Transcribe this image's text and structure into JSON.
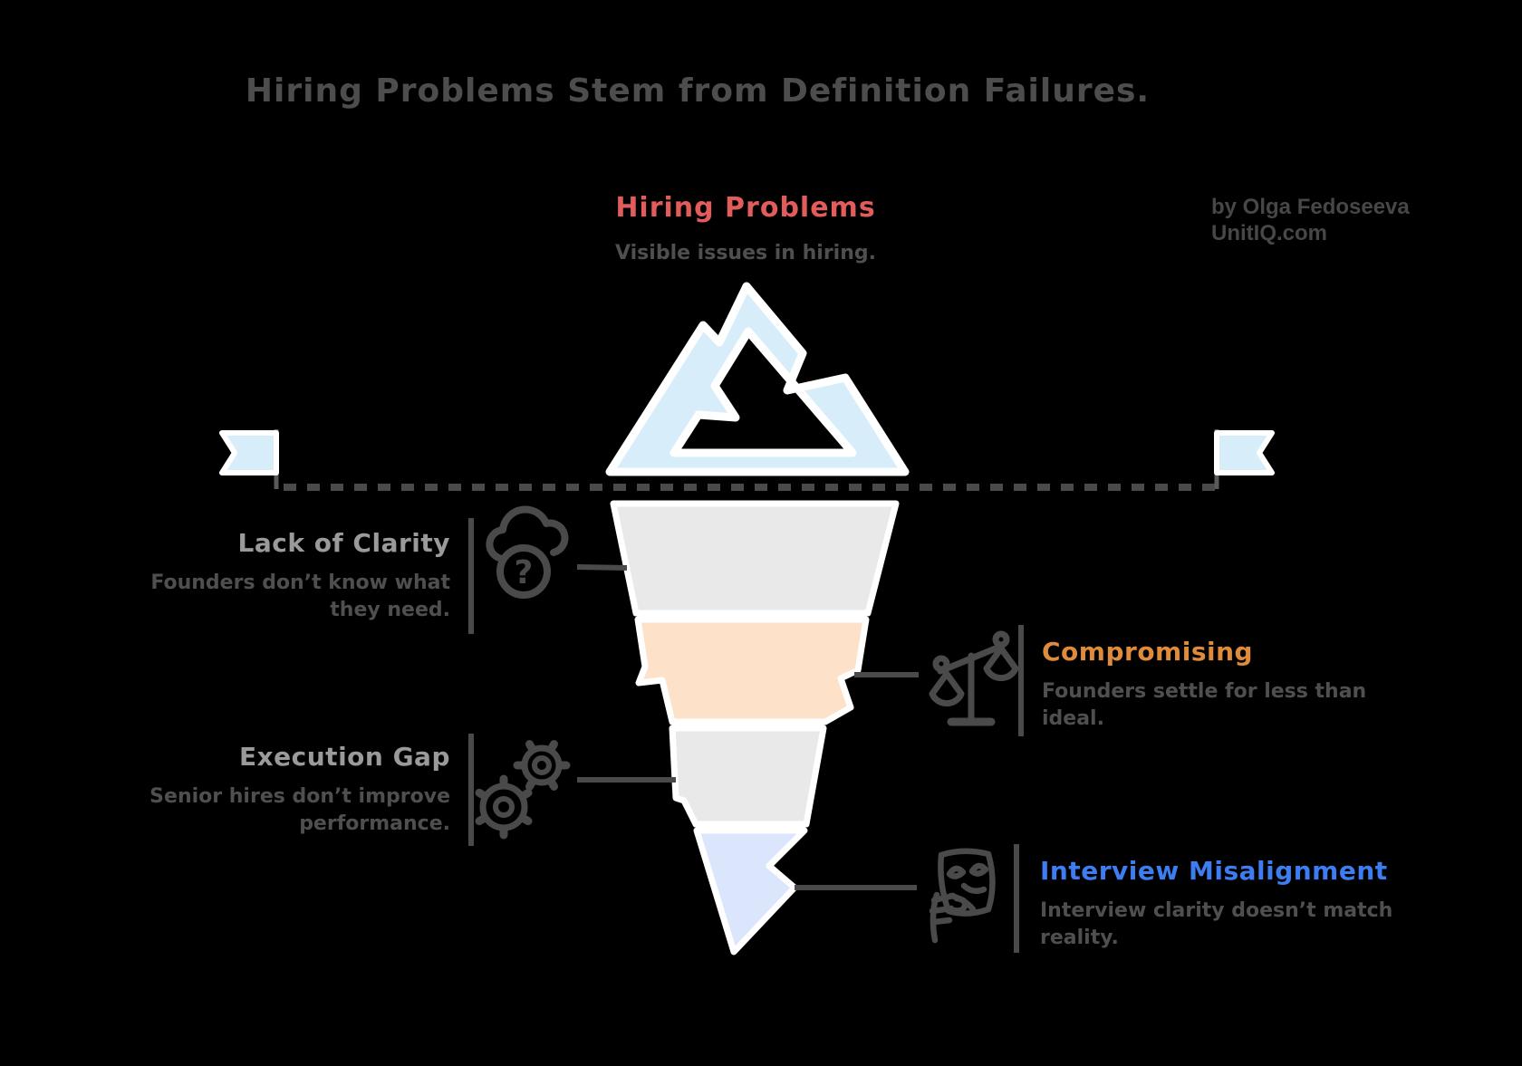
{
  "title": "Hiring Problems Stem from Definition Failures.",
  "attribution": {
    "byline": "by Olga Fedoseeva",
    "site": "UnitIQ.com"
  },
  "surface": {
    "label": "Hiring Problems",
    "description": "Visible issues in hiring.",
    "label_color": "#E25C5C"
  },
  "sections": [
    {
      "id": "lack-of-clarity",
      "label": "Lack of Clarity",
      "description": "Founders don’t know what they need.",
      "icon": "cloud-question-icon",
      "side": "left",
      "label_color": "#9A9A9A"
    },
    {
      "id": "compromising",
      "label": "Compromising",
      "description": "Founders settle for less than ideal.",
      "icon": "scales-icon",
      "side": "right",
      "label_color": "#DF8B3C"
    },
    {
      "id": "execution-gap",
      "label": "Execution Gap",
      "description": "Senior hires don’t improve performance.",
      "icon": "gears-icon",
      "side": "left",
      "label_color": "#9A9A9A"
    },
    {
      "id": "interview-misalignment",
      "label": "Interview Misalignment",
      "description": "Interview clarity doesn’t match reality.",
      "icon": "mask-icon",
      "side": "right",
      "label_color": "#3D7DF1"
    }
  ],
  "iceberg": {
    "above_water_layer": {
      "name": "tip-above-water",
      "color": "#D7EEFA"
    },
    "underwater_layers": [
      {
        "name": "layer-lack-of-clarity",
        "color": "#E9E9E9"
      },
      {
        "name": "layer-compromising",
        "color": "#FDE2C9"
      },
      {
        "name": "layer-execution-gap",
        "color": "#E9E9E9"
      },
      {
        "name": "layer-interview-misalignment",
        "color": "#DBE6FC"
      }
    ],
    "waterline_color": "#4A4A4A",
    "flag_color": "#D7EEFA"
  },
  "icons": {
    "question_glyph": "?"
  },
  "colors": {
    "background": "#000000",
    "title_text": "#4D4D4D",
    "description_text": "#4F4F4F",
    "line_and_icon": "#4A4A4A",
    "outline_white": "#FFFFFF"
  }
}
